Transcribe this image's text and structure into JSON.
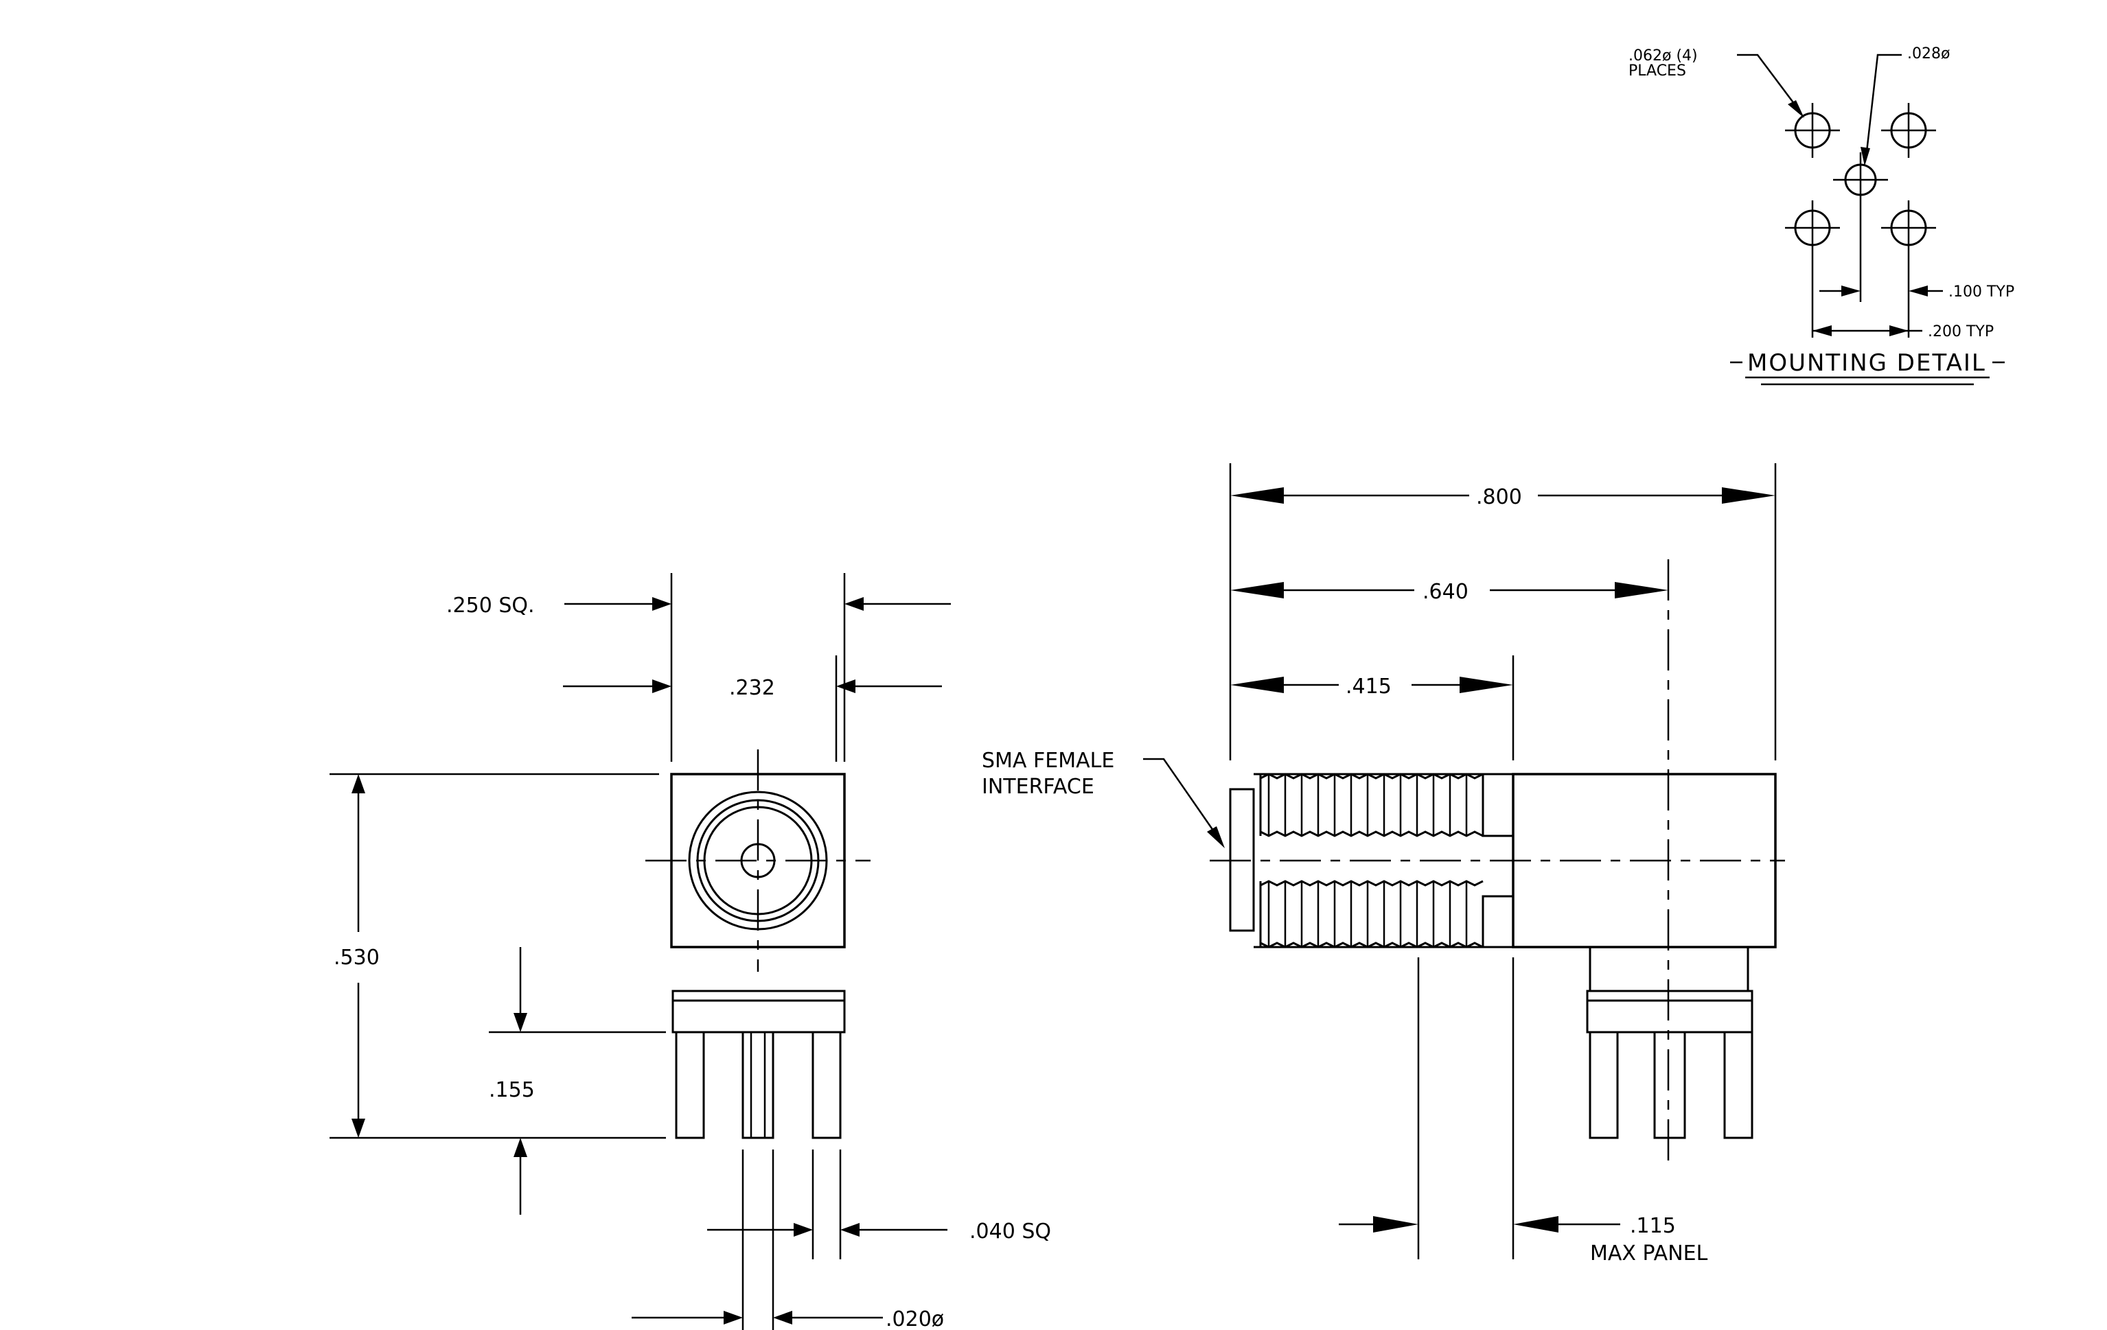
{
  "mounting_detail": {
    "title": "MOUNTING DETAIL",
    "hole_label": ".062ø (4)",
    "hole_label_2": "PLACES",
    "center_hole": ".028ø",
    "spacing_100": ".100 TYP",
    "spacing_200": ".200 TYP"
  },
  "front_view": {
    "width_250": ".250 SQ.",
    "width_232": ".232",
    "height_530": ".530",
    "height_155": ".155",
    "pin_sq": ".040 SQ",
    "pin_dia": ".020ø"
  },
  "side_view": {
    "len_800": ".800",
    "len_640": ".640",
    "len_415": ".415",
    "interface_1": "SMA FEMALE",
    "interface_2": "INTERFACE",
    "panel_1": ".115",
    "panel_2": "MAX PANEL"
  }
}
